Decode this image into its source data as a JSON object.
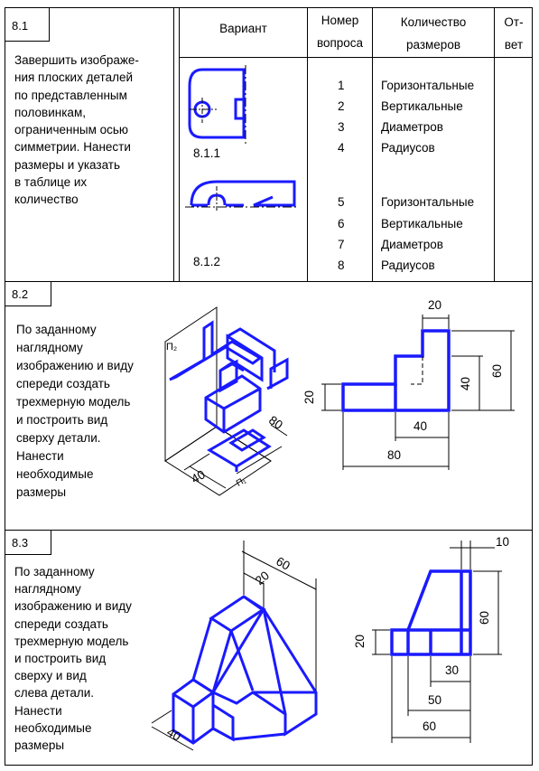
{
  "sec1": {
    "number": "8.1",
    "task_lines": [
      "Завершить изображе-",
      "ния плоских деталей",
      "по представленным",
      "половинкам,",
      "ограниченным осью",
      "симметрии. Нанести",
      "размеры и указать",
      "в таблице их",
      "количество"
    ],
    "headers": {
      "variant": "Вариант",
      "question_number": [
        "Номер",
        "вопроса"
      ],
      "dims_count": [
        "Количество",
        "размеров"
      ],
      "answer": [
        "От-",
        "вет"
      ]
    },
    "variants": [
      {
        "label": "8.1.1",
        "rows": [
          {
            "n": "1",
            "type": "Горизонтальные"
          },
          {
            "n": "2",
            "type": "Вертикальные"
          },
          {
            "n": "3",
            "type": "Диаметров"
          },
          {
            "n": "4",
            "type": "Радиусов"
          }
        ]
      },
      {
        "label": "8.1.2",
        "rows": [
          {
            "n": "5",
            "type": "Горизонтальные"
          },
          {
            "n": "6",
            "type": "Вертикальные"
          },
          {
            "n": "7",
            "type": "Диаметров"
          },
          {
            "n": "8",
            "type": "Радиусов"
          }
        ]
      }
    ]
  },
  "sec2": {
    "number": "8.2",
    "task_lines": [
      "По заданному",
      "наглядному",
      "изображению и виду",
      "спереди создать",
      "трехмерную модель",
      "и построить вид",
      "сверху детали.",
      "Нанести",
      "необходимые",
      "размеры"
    ],
    "iso_labels": {
      "plane": "П₂",
      "d80": "80",
      "d40": "40",
      "p1": "П₁"
    },
    "front_dims": {
      "top": "20",
      "right_inner": "40",
      "right_outer": "60",
      "left": "20",
      "bottom_inner": "40",
      "bottom_outer": "80"
    }
  },
  "sec3": {
    "number": "8.3",
    "task_lines": [
      "По заданному",
      "наглядному",
      "изображению и виду",
      "спереди создать",
      "трехмерную модель",
      "и построить вид",
      "сверху  и вид",
      "слева детали.",
      "Нанести",
      "необходимые",
      "размеры"
    ],
    "iso_dims": {
      "d60": "60",
      "d20": "20",
      "d40": "40"
    },
    "front_dims": {
      "top": "10",
      "right": "60",
      "left": "20",
      "b30": "30",
      "b50": "50",
      "b60": "60"
    }
  },
  "colors": {
    "drawing": "#1a1aff",
    "line": "#000000"
  }
}
